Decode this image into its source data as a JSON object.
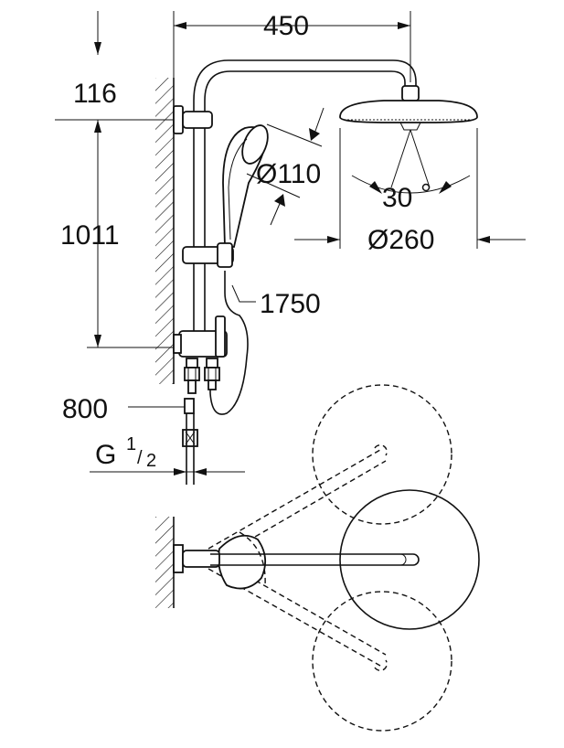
{
  "dimensions": {
    "arm_length": "450",
    "wall_offset_top": "116",
    "bracket_spacing": "1011",
    "hand_shower_diameter": "Ø110",
    "head_tilt_angle": "30",
    "head_diameter": "Ø260",
    "hose_length": "1750",
    "inlet_depth": "800",
    "thread_prefix": "G",
    "thread_numerator": "1",
    "thread_denominator": "2"
  }
}
